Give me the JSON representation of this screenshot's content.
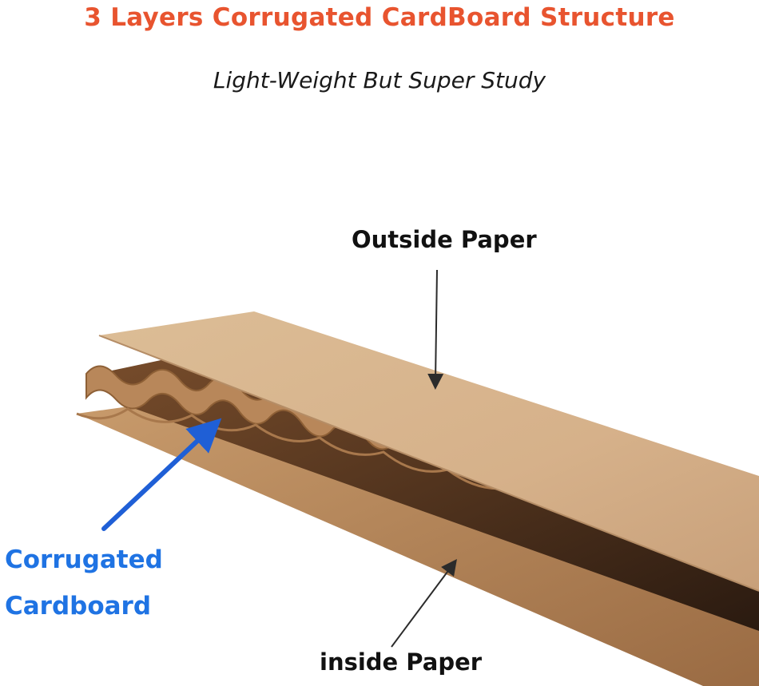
{
  "header": {
    "title": "3 Layers Corrugated CardBoard Structure",
    "subtitle": "Light-Weight But Super Study"
  },
  "labels": {
    "outside_paper": "Outside Paper",
    "corrugated_line1": "Corrugated",
    "corrugated_line2": "Cardboard",
    "inside_paper": "inside Paper"
  },
  "colors": {
    "title": "#e8542f",
    "corrugated_label": "#1f73e3",
    "arrow_dark": "#2b2b2b",
    "arrow_blue": "#1f5fd6",
    "kraft_top": "#d9b68c",
    "kraft_bottom": "#c79a6a",
    "flute": "#a9784a"
  }
}
